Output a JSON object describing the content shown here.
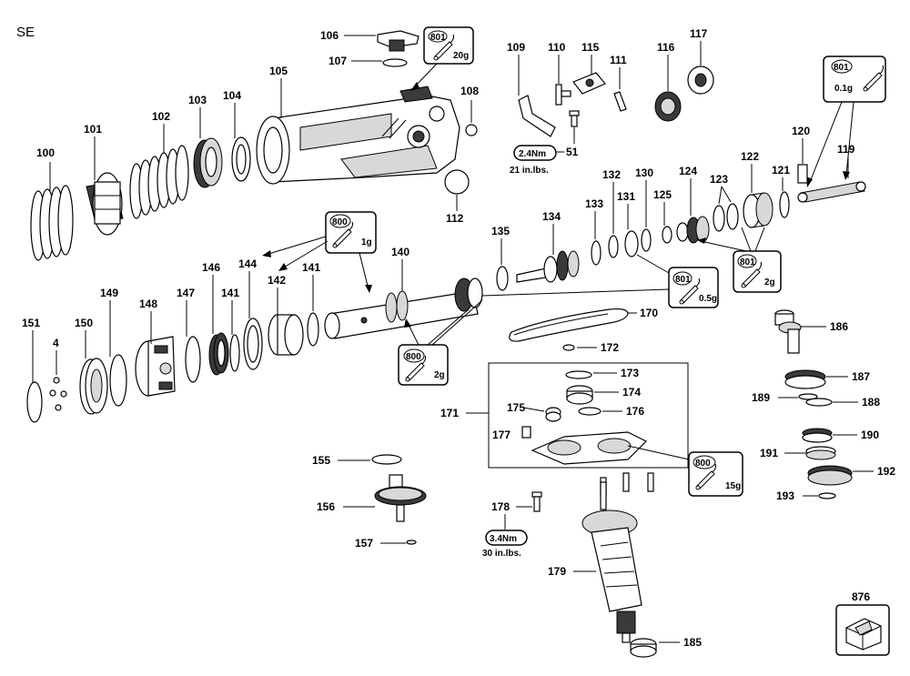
{
  "diagram": {
    "code": "SE",
    "parts": [
      "106",
      "107",
      "105",
      "104",
      "103",
      "102",
      "101",
      "100",
      "108",
      "112",
      "109",
      "110",
      "115",
      "116",
      "117",
      "111",
      "51",
      "120",
      "119",
      "122",
      "121",
      "123",
      "124",
      "125",
      "130",
      "131",
      "132",
      "133",
      "134",
      "135",
      "140",
      "141",
      "142",
      "144",
      "146",
      "147",
      "148",
      "149",
      "150",
      "151",
      "4",
      "141",
      "170",
      "172",
      "171",
      "173",
      "174",
      "175",
      "176",
      "177",
      "155",
      "156",
      "157",
      "178",
      "179",
      "185",
      "186",
      "187",
      "188",
      "189",
      "190",
      "191",
      "192",
      "193",
      "876"
    ],
    "grease_callouts": [
      {
        "grease": "801",
        "qty": "20g"
      },
      {
        "grease": "801",
        "qty": "0.1g"
      },
      {
        "grease": "800",
        "qty": "1g"
      },
      {
        "grease": "801",
        "qty": "2g"
      },
      {
        "grease": "801",
        "qty": "0.5g"
      },
      {
        "grease": "800",
        "qty": "2g"
      },
      {
        "grease": "800",
        "qty": "15g"
      }
    ],
    "torque_callouts": [
      {
        "value": "2.4Nm",
        "alt": "21 in.lbs."
      },
      {
        "value": "3.4Nm",
        "alt": "30 in.lbs."
      }
    ]
  }
}
